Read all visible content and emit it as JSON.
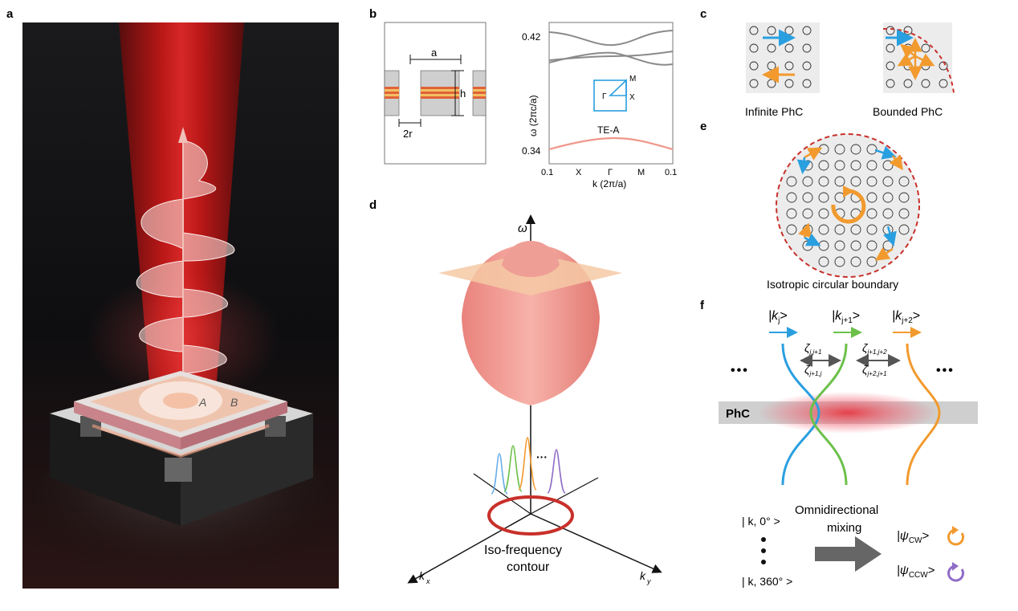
{
  "panels": {
    "a": {
      "letter": "a",
      "label_A": "A",
      "label_B": "B"
    },
    "b": {
      "letter": "b",
      "lattice_a": "a",
      "lattice_h": "h",
      "lattice_2r": "2r",
      "y_tick_top": "0.42",
      "y_tick_bottom": "0.34",
      "y_label": "ω (2πc/a)",
      "x_ticks": [
        "0.1",
        "X",
        "Γ",
        "M",
        "0.1"
      ],
      "x_label": "k (2π/a)",
      "bz_gamma": "Γ",
      "bz_m": "M",
      "bz_x": "X",
      "band_label": "TE-A"
    },
    "c": {
      "letter": "c",
      "left_caption": "Infinite PhC",
      "right_caption": "Bounded PhC"
    },
    "d": {
      "letter": "d",
      "axis_omega": "ω",
      "axis_kx": "k",
      "axis_kx_sub": "x",
      "axis_ky": "k",
      "axis_ky_sub": "y",
      "caption_line1": "Iso-frequency",
      "caption_line2": "contour",
      "dots": "···"
    },
    "e": {
      "letter": "e",
      "caption": "Isotropic circular boundary"
    },
    "f": {
      "letter": "f",
      "ket1": "|k",
      "ket1_sub": "j",
      "ket1_close": ">",
      "ket2": "|k",
      "ket2_sub": "j+1",
      "ket2_close": ">",
      "ket3": "|k",
      "ket3_sub": "j+2",
      "ket3_close": ">",
      "zeta_top1": "ζ",
      "zeta_top1_sub": "j,j+1",
      "zeta_bot1": "ζ",
      "zeta_bot1_sub": "j+1,j",
      "zeta_top2": "ζ",
      "zeta_top2_sub": "j+1,j+2",
      "zeta_bot2": "ζ",
      "zeta_bot2_sub": "j+2,j+1",
      "ellipsis_left": "•••",
      "ellipsis_right": "•••",
      "phc_label": "PhC",
      "ket_0": "| k, 0° >",
      "ket_360": "| k, 360° >",
      "mixing_line1": "Omnidirectional",
      "mixing_line2": "mixing",
      "psi_cw": "|ψ",
      "psi_cw_sub": "CW",
      "psi_cw_close": ">",
      "psi_ccw": "|ψ",
      "psi_ccw_sub": "CCW",
      "psi_ccw_close": ">"
    }
  },
  "colors": {
    "blue": "#2a9fe0",
    "green": "#6cc04a",
    "orange": "#f29a2e",
    "purple": "#8f6cc6",
    "red": "#c8302a",
    "salmon": "#f2a08f"
  }
}
